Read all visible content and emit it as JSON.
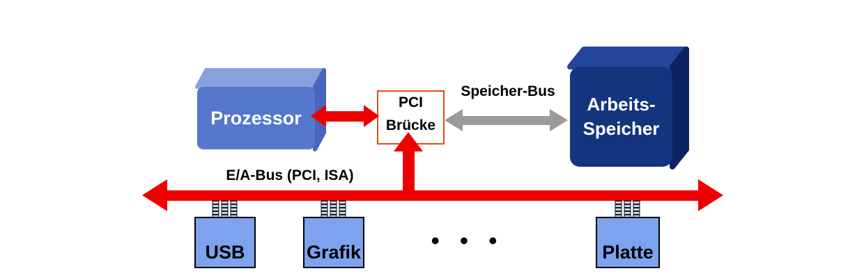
{
  "nodes": {
    "processor": {
      "label": "Prozessor"
    },
    "pci_bridge": {
      "line1": "PCI",
      "line2": "Brücke"
    },
    "main_memory": {
      "line1": "Arbeits-",
      "line2": "Speicher"
    }
  },
  "buses": {
    "memory_bus": {
      "label": "Speicher-Bus"
    },
    "io_bus": {
      "label": "E/A-Bus (PCI, ISA)"
    }
  },
  "devices": [
    {
      "label": "USB"
    },
    {
      "label": "Grafik"
    },
    {
      "label": "Platte"
    }
  ],
  "ellipsis": "• • •",
  "colors": {
    "arrow_red": "#EE0000",
    "arrow_gray": "#9B9B9B",
    "processor_front": "#5577CC",
    "processor_top": "#8AA0DC",
    "processor_side": "#4765BC",
    "memory_front": "#14357E",
    "memory_top": "#24459A",
    "memory_side": "#0C2360",
    "device_fill": "#7FA2EE",
    "pci_border": "#E8490F",
    "pin_light": "#C9D6F2",
    "pin_dark": "#1A1A1A"
  }
}
